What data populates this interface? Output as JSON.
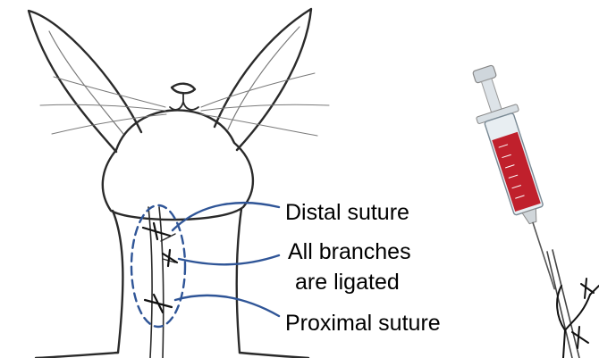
{
  "labels": {
    "distal": "Distal suture",
    "branches_line1": "All branches",
    "branches_line2": "are ligated",
    "proximal": "Proximal suture"
  },
  "colors": {
    "outline": "#2a2a2a",
    "pointer": "#2f5597",
    "syringe_fluid": "#c0202c",
    "syringe_barrel": "#e8eef2"
  },
  "icons": {
    "animal": "rabbit-outline",
    "injector": "syringe"
  }
}
